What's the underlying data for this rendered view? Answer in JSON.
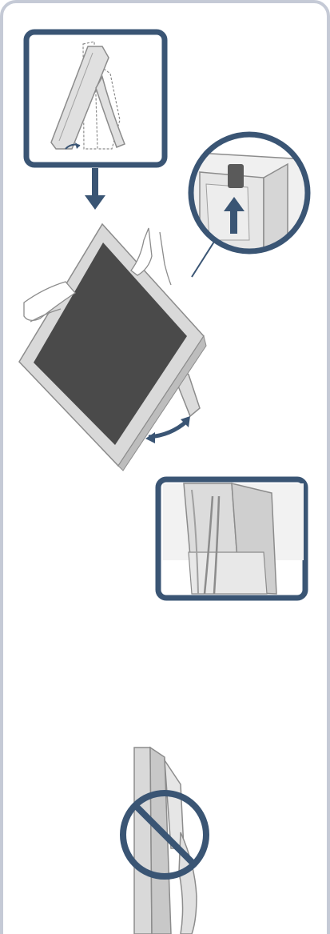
{
  "figure": {
    "panels": [
      {
        "name": "inset-stand-folded",
        "label": ""
      },
      {
        "name": "monitor-tilt-step",
        "label": ""
      },
      {
        "name": "inset-cable-routing",
        "label": ""
      },
      {
        "name": "prohibited-position",
        "label": ""
      }
    ]
  },
  "icons": {
    "down_arrow": "down-arrow-icon",
    "up_arrow": "up-arrow-icon",
    "rotate_arrow": "rotate-arrow-icon",
    "prohibited": "prohibited-icon"
  },
  "colors": {
    "frame_border": "#c5cad6",
    "accent": "#3a5574",
    "panel_gray": "#d9d9d9",
    "screen": "#4a4a4a",
    "outline": "#8c8c8c"
  }
}
